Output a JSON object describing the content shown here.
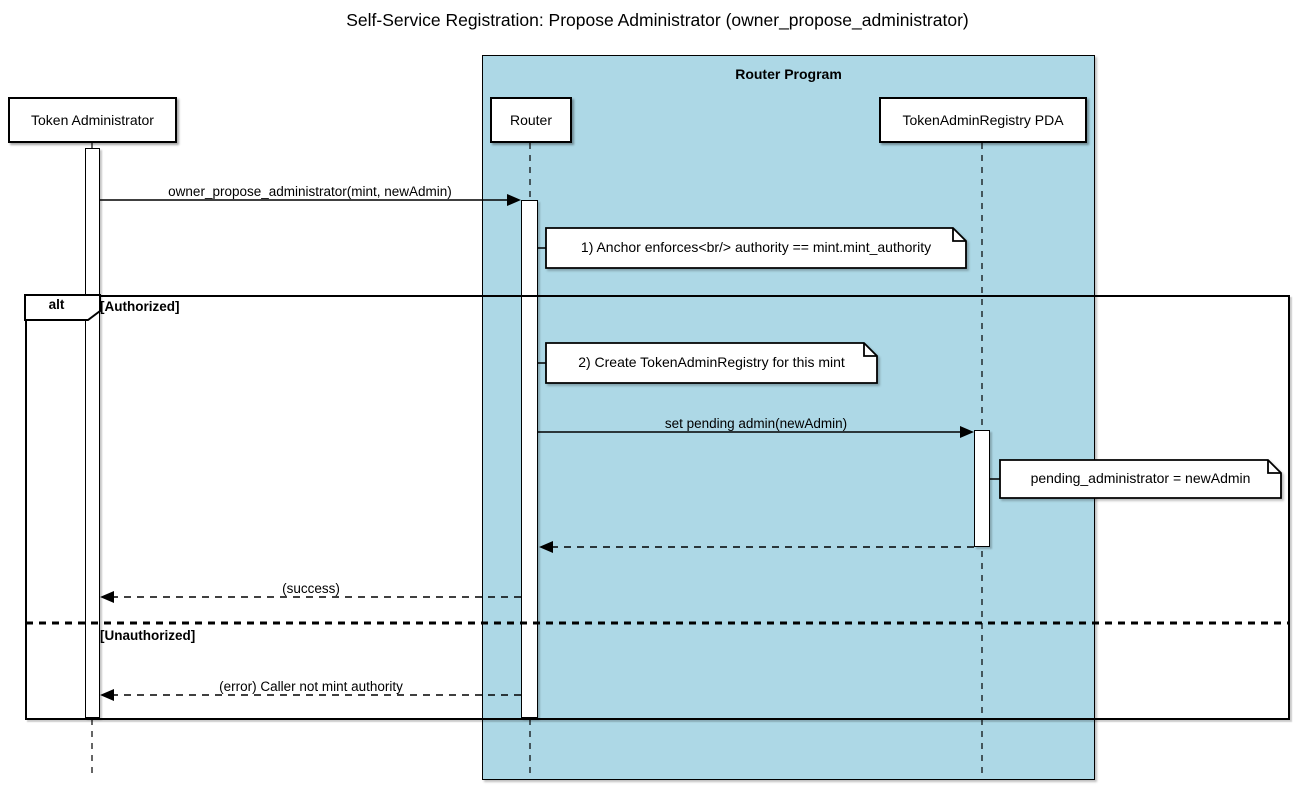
{
  "title": "Self-Service Registration: Propose Administrator (owner_propose_administrator)",
  "container": {
    "label": "Router Program"
  },
  "participants": [
    {
      "id": "token-administrator",
      "label": "Token Administrator"
    },
    {
      "id": "router",
      "label": "Router"
    },
    {
      "id": "token-admin-registry-pda",
      "label": "TokenAdminRegistry PDA"
    }
  ],
  "messages": [
    {
      "from": "Token Administrator",
      "to": "Router",
      "label": "owner_propose_administrator(mint, newAdmin)",
      "style": "solid"
    },
    {
      "from": "Router",
      "to": "TokenAdminRegistry PDA",
      "label": "set pending admin(newAdmin)",
      "style": "solid"
    },
    {
      "from": "TokenAdminRegistry PDA",
      "to": "Router",
      "label": "",
      "style": "dashed-return"
    },
    {
      "from": "Router",
      "to": "Token Administrator",
      "label": "(success)",
      "style": "dashed-return"
    },
    {
      "from": "Router",
      "to": "Token Administrator",
      "label": "(error) Caller not mint authority",
      "style": "dashed-return"
    }
  ],
  "notes": [
    {
      "text": "1) Anchor enforces<br/> authority == mint.mint_authority"
    },
    {
      "text": "2) Create TokenAdminRegistry for this mint"
    },
    {
      "text": "pending_administrator = newAdmin"
    }
  ],
  "alt": {
    "operator": "alt",
    "branches": [
      "[Authorized]",
      "[Unauthorized]"
    ]
  },
  "colors": {
    "container_fill": "#ADD8E6",
    "stroke": "#000000",
    "box_fill": "#FFFFFF"
  }
}
